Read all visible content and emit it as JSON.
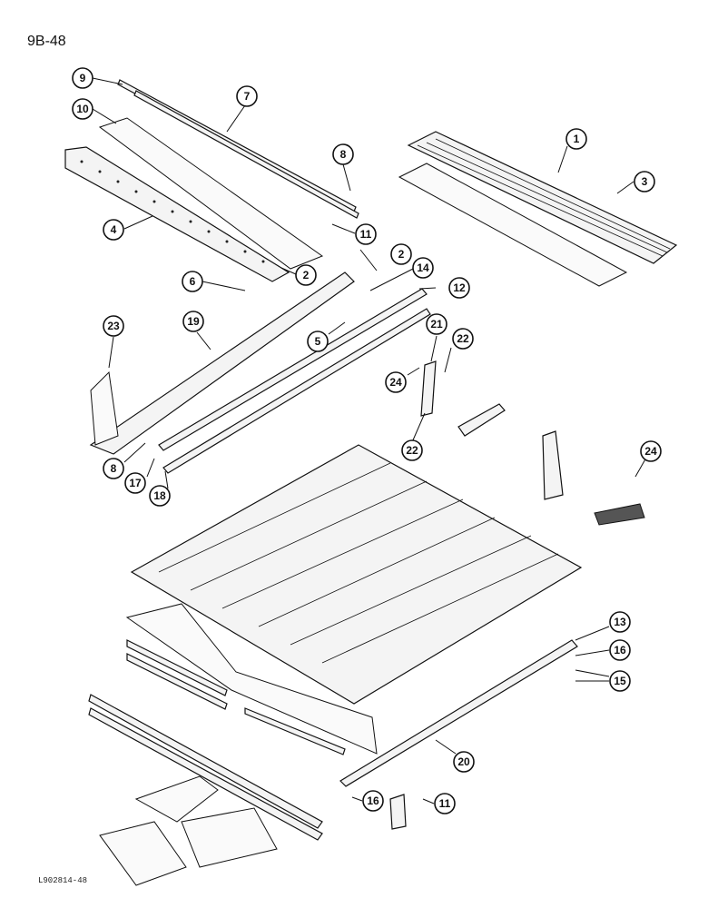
{
  "page_number": "9B-48",
  "figure_id": "L902814-48",
  "callouts": [
    {
      "id": "c1",
      "label": "1"
    },
    {
      "id": "c2a",
      "label": "2"
    },
    {
      "id": "c2b",
      "label": "2"
    },
    {
      "id": "c3",
      "label": "3"
    },
    {
      "id": "c4",
      "label": "4"
    },
    {
      "id": "c5",
      "label": "5"
    },
    {
      "id": "c6",
      "label": "6"
    },
    {
      "id": "c7",
      "label": "7"
    },
    {
      "id": "c8a",
      "label": "8"
    },
    {
      "id": "c8b",
      "label": "8"
    },
    {
      "id": "c9",
      "label": "9"
    },
    {
      "id": "c10",
      "label": "10"
    },
    {
      "id": "c11a",
      "label": "11"
    },
    {
      "id": "c11b",
      "label": "11"
    },
    {
      "id": "c12",
      "label": "12"
    },
    {
      "id": "c13",
      "label": "13"
    },
    {
      "id": "c14",
      "label": "14"
    },
    {
      "id": "c15",
      "label": "15"
    },
    {
      "id": "c16a",
      "label": "16"
    },
    {
      "id": "c16b",
      "label": "16"
    },
    {
      "id": "c17",
      "label": "17"
    },
    {
      "id": "c18",
      "label": "18"
    },
    {
      "id": "c19",
      "label": "19"
    },
    {
      "id": "c20",
      "label": "20"
    },
    {
      "id": "c21",
      "label": "21"
    },
    {
      "id": "c22a",
      "label": "22"
    },
    {
      "id": "c22b",
      "label": "22"
    },
    {
      "id": "c23",
      "label": "23"
    },
    {
      "id": "c24a",
      "label": "24"
    },
    {
      "id": "c24b",
      "label": "24"
    }
  ]
}
